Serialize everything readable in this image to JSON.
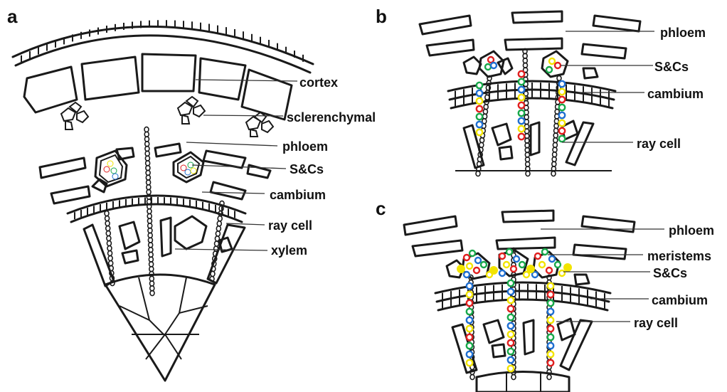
{
  "panels": {
    "a": {
      "letter": "a",
      "labels": {
        "cortex": "cortex",
        "sclerenchymal": "sclerenchymal",
        "phloem": "phloem",
        "sccs": "S&Cs",
        "cambium": "cambium",
        "ray_cell": "ray cell",
        "xylem": "xylem"
      }
    },
    "b": {
      "letter": "b",
      "labels": {
        "phloem": "phloem",
        "sccs": "S&Cs",
        "cambium": "cambium",
        "ray_cell": "ray cell"
      }
    },
    "c": {
      "letter": "c",
      "labels": {
        "phloem": "phloem",
        "meristems": "meristems",
        "sccs": "S&Cs",
        "cambium": "cambium",
        "ray_cell": "ray cell"
      }
    }
  },
  "colors": {
    "ink": "#1a1a1a",
    "marker_red": "#e02020",
    "marker_green": "#18a84a",
    "marker_blue": "#1f6fd1",
    "marker_yellow": "#f2e400"
  }
}
